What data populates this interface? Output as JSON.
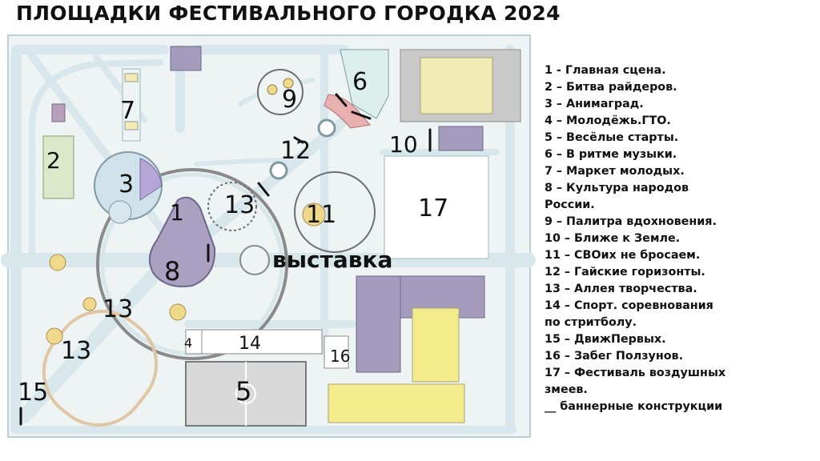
{
  "title": "ПЛОЩАДКИ ФЕСТИВАЛЬНОГО ГОРОДКА 2024",
  "colors": {
    "road": "#d8e7eb",
    "road_edge": "#b9d0d6",
    "lavender": "#a59cbd",
    "yellow": "#f4eb8c",
    "light_yellow": "#f1ecb6",
    "pink": "#e9b0b0",
    "green": "#dbe8c9",
    "ring": "#8a8a8a"
  },
  "map_labels": {
    "l1": "1",
    "l2": "2",
    "l3": "3",
    "l4": "4",
    "l5": "5",
    "l6": "6",
    "l7": "7",
    "l8": "8",
    "l9": "9",
    "l10": "10",
    "l11": "11",
    "l12": "12",
    "l13a": "13",
    "l13b": "13",
    "l13c": "13",
    "l14": "14",
    "l15": "15",
    "l16": "16",
    "l17": "17",
    "expo": "выставка"
  },
  "legend": [
    "1 - Главная сцена.",
    "2 – Битва райдеров.",
    "3 – Анимаград.",
    "4 – Молодёжь.ГТО.",
    "5 – Весёлые старты.",
    "6 – В ритме музыки.",
    "7 – Маркет молодых.",
    "8 – Культура народов",
    "России.",
    "9 – Палитра вдохновения.",
    "10 – Ближе к Земле.",
    "11 – СВОих не бросаем.",
    "12 – Гайские горизонты.",
    "13 – Аллея творчества.",
    "14 – Спорт. соревнования",
    "по стритболу.",
    "15 – ДвижПервых.",
    "16 – Забег Ползунов.",
    "17 – Фестиваль воздушных",
    "змеев.",
    "__ баннерные конструкции"
  ]
}
